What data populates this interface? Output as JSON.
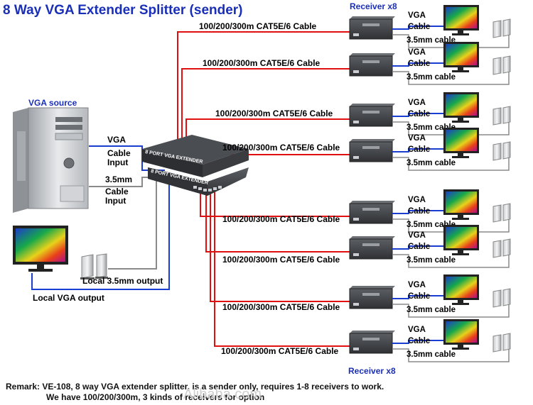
{
  "title": "8 Way VGA Extender Splitter (sender)",
  "receiver_top_label": "Receiver x8",
  "receiver_bottom_label": "Receiver x8",
  "vga_source_label": "VGA source",
  "cable_label": "100/200/300m CAT5E/6 Cable",
  "receiver_vga_lines": [
    "VGA",
    "Cable"
  ],
  "receiver_audio_label": "3.5mm cable",
  "input_vga_lines": [
    "VGA",
    "Cable",
    "Input"
  ],
  "input_audio_lines": [
    "3.5mm",
    "Cable",
    "Input"
  ],
  "local_audio_label": "Local 3.5mm output",
  "local_vga_label": "Local VGA output",
  "splitter_brand": "8 PORT VGA EXTENDER",
  "remark_line1": "Remark: VE-108, 8 way VGA extender splitter, is a sender only, requires 1-8 receivers to work.",
  "remark_line2": "We have 100/200/300m, 3 kinds of receivers for option",
  "watermark": "Alibaba.com",
  "colors": {
    "title": "#1a2fb8",
    "cable_red": "#e01010",
    "vga_blue": "#1a3fd0",
    "audio_grey": "#8a8a8a"
  }
}
